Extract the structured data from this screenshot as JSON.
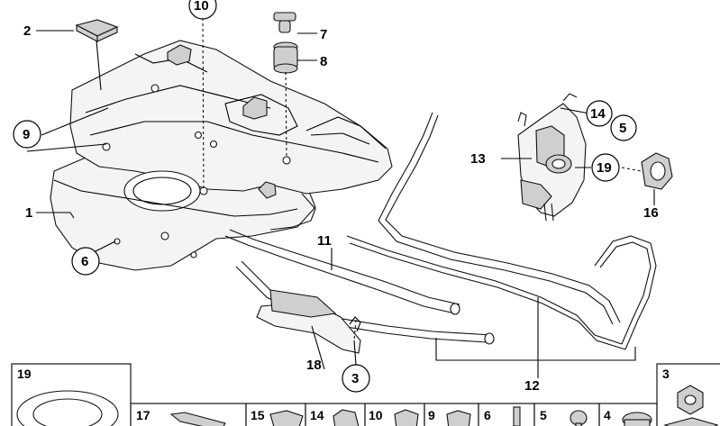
{
  "callouts": [
    {
      "id": "c1",
      "label": "1"
    },
    {
      "id": "c2",
      "label": "2"
    },
    {
      "id": "c3",
      "label": "3"
    },
    {
      "id": "c5",
      "label": "5"
    },
    {
      "id": "c6",
      "label": "6"
    },
    {
      "id": "c7",
      "label": "7"
    },
    {
      "id": "c8",
      "label": "8"
    },
    {
      "id": "c9",
      "label": "9"
    },
    {
      "id": "c10",
      "label": "10"
    },
    {
      "id": "c11",
      "label": "11"
    },
    {
      "id": "c12",
      "label": "12"
    },
    {
      "id": "c13",
      "label": "13"
    },
    {
      "id": "c14",
      "label": "14"
    },
    {
      "id": "c16",
      "label": "16"
    },
    {
      "id": "c18",
      "label": "18"
    },
    {
      "id": "c19",
      "label": "19"
    }
  ],
  "thumbnails": [
    {
      "label": "19"
    },
    {
      "label": "17"
    },
    {
      "label": "15"
    },
    {
      "label": "14"
    },
    {
      "label": "10"
    },
    {
      "label": "9"
    },
    {
      "label": "6"
    },
    {
      "label": "5"
    },
    {
      "label": "4"
    },
    {
      "label": "3"
    }
  ]
}
